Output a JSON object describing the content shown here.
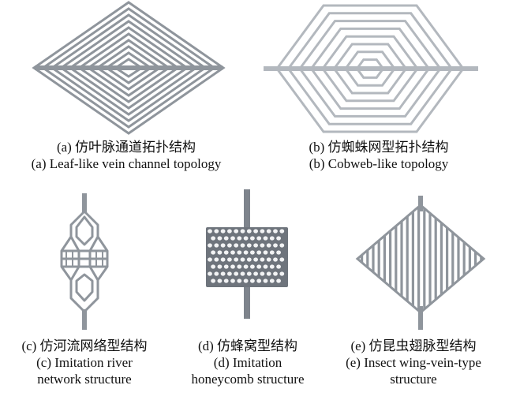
{
  "panels": [
    {
      "id": "a",
      "caption_cn": "(a) 仿叶脉通道拓扑结构",
      "caption_en": "(a) Leaf-like vein channel topology"
    },
    {
      "id": "b",
      "caption_cn": "(b) 仿蜘蛛网型拓扑结构",
      "caption_en": "(b) Cobweb-like topology"
    },
    {
      "id": "c",
      "caption_cn": "(c) 仿河流网络型结构",
      "caption_en_1": "(c) Imitation river",
      "caption_en_2": "network structure"
    },
    {
      "id": "d",
      "caption_cn": "(d) 仿蜂窝型结构",
      "caption_en_1": "(d) Imitation",
      "caption_en_2": "honeycomb structure"
    },
    {
      "id": "e",
      "caption_cn": "(e) 仿昆虫翅脉型结构",
      "caption_en_1": "(e) Insect wing-vein-type",
      "caption_en_2": "structure"
    }
  ],
  "colors": {
    "channel": "#8f959c",
    "channel_light": "#b3b8be",
    "honeycomb": "#7e848c",
    "background": "#ffffff"
  }
}
